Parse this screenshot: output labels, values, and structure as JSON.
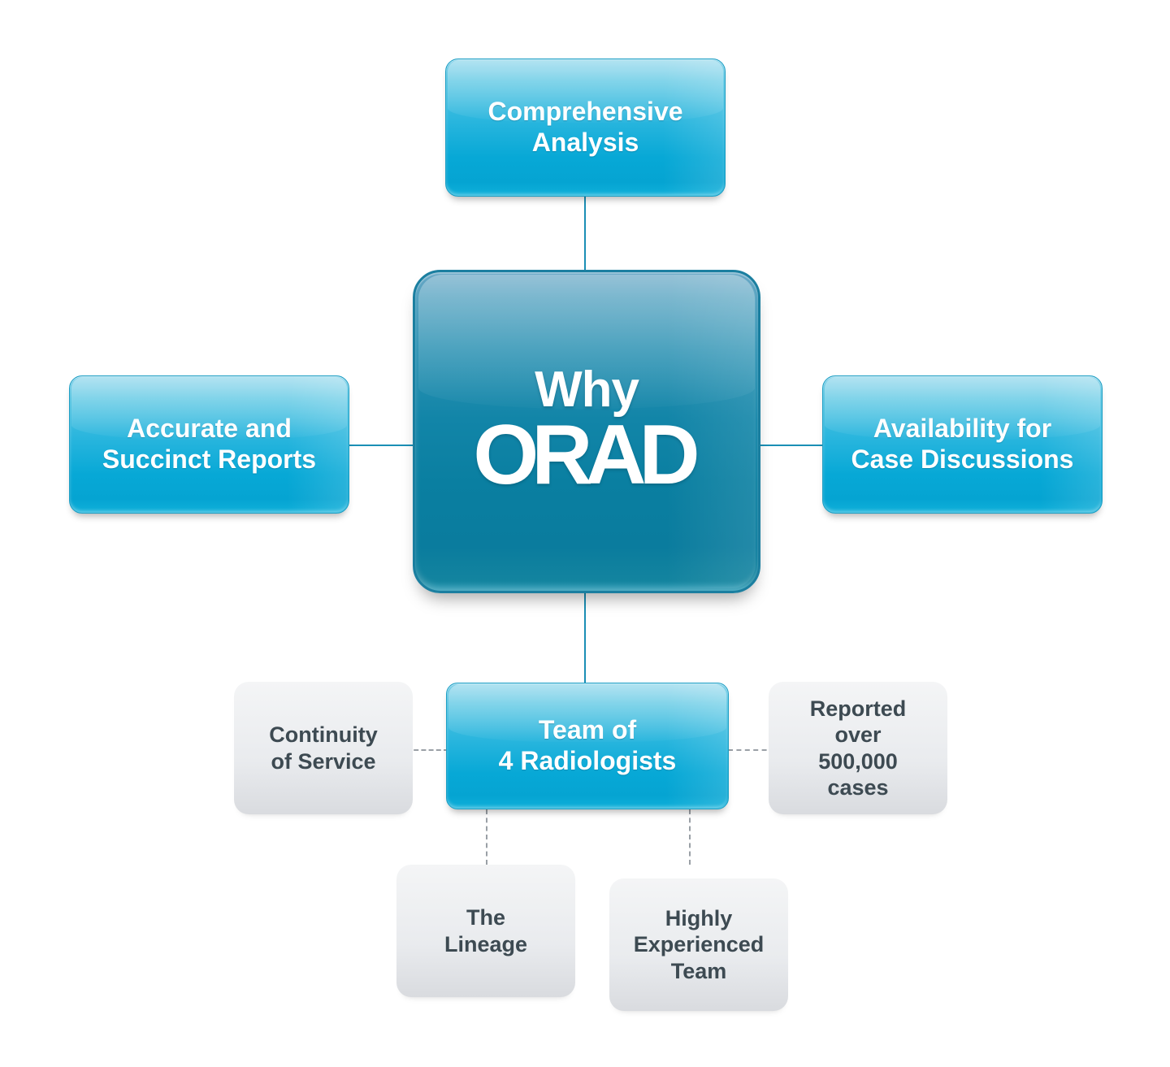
{
  "diagram": {
    "title": "Why ORAD",
    "center": {
      "line1": "Why",
      "line2": "ORAD"
    },
    "primary_nodes": [
      {
        "id": "comprehensive-analysis",
        "label": "Comprehensive\nAnalysis",
        "position": "top"
      },
      {
        "id": "accurate-succinct-reports",
        "label": "Accurate and\nSuccinct Reports",
        "position": "left"
      },
      {
        "id": "availability-case-discussions",
        "label": "Availability for\nCase Discussions",
        "position": "right"
      },
      {
        "id": "team-of-4-radiologists",
        "label": "Team of\n4 Radiologists",
        "position": "bottom"
      }
    ],
    "secondary_nodes": [
      {
        "id": "continuity-of-service",
        "label": "Continuity\nof Service",
        "parent": "team-of-4-radiologists"
      },
      {
        "id": "reported-over-500000-cases",
        "label": "Reported\nover\n500,000\ncases",
        "parent": "team-of-4-radiologists"
      },
      {
        "id": "the-lineage",
        "label": "The\nLineage",
        "parent": "team-of-4-radiologists"
      },
      {
        "id": "highly-experienced-team",
        "label": "Highly\nExperienced\nTeam",
        "parent": "team-of-4-radiologists"
      }
    ],
    "colors": {
      "accent_cyan": "#0fb0da",
      "center_teal": "#0a7fa1",
      "connector_solid": "#1b8fb5",
      "connector_dashed": "#9aa0a6",
      "gray_node_text": "#3d4a52",
      "background": "#ffffff"
    }
  }
}
